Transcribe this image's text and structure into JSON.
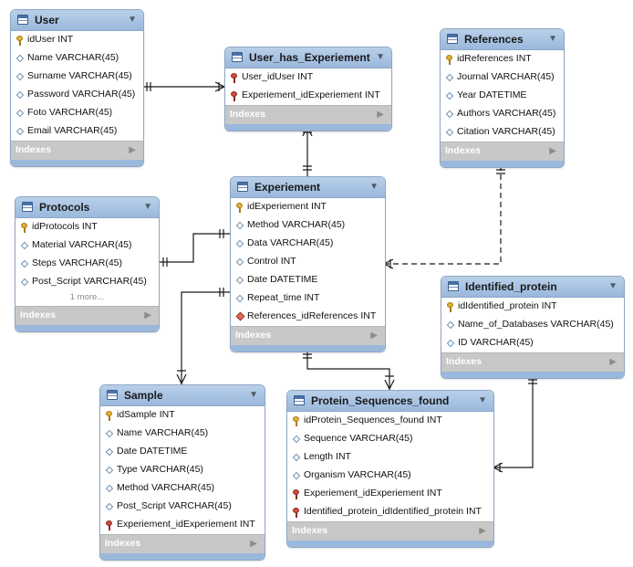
{
  "tables": {
    "user": {
      "name": "User",
      "rows": [
        {
          "text": "idUser INT",
          "icon": "primary-key-icon"
        },
        {
          "text": "Name VARCHAR(45)",
          "icon": "column-icon"
        },
        {
          "text": "Surname VARCHAR(45)",
          "icon": "column-icon"
        },
        {
          "text": "Password VARCHAR(45)",
          "icon": "column-icon"
        },
        {
          "text": "Foto VARCHAR(45)",
          "icon": "column-icon"
        },
        {
          "text": "Email VARCHAR(45)",
          "icon": "column-icon"
        }
      ],
      "indexes": "Indexes"
    },
    "user_has_experiement": {
      "name": "User_has_Experiement",
      "rows": [
        {
          "text": "User_idUser INT",
          "icon": "foreign-key-icon"
        },
        {
          "text": "Experiement_idExperiement INT",
          "icon": "foreign-key-icon"
        }
      ],
      "indexes": "Indexes"
    },
    "references": {
      "name": "References",
      "rows": [
        {
          "text": "idReferences INT",
          "icon": "primary-key-icon"
        },
        {
          "text": "Journal VARCHAR(45)",
          "icon": "column-icon"
        },
        {
          "text": "Year DATETIME",
          "icon": "column-icon"
        },
        {
          "text": "Authors VARCHAR(45)",
          "icon": "column-icon"
        },
        {
          "text": "Citation VARCHAR(45)",
          "icon": "column-icon"
        }
      ],
      "indexes": "Indexes"
    },
    "protocols": {
      "name": "Protocols",
      "rows": [
        {
          "text": "idProtocols INT",
          "icon": "primary-key-icon"
        },
        {
          "text": "Material VARCHAR(45)",
          "icon": "column-icon"
        },
        {
          "text": "Steps VARCHAR(45)",
          "icon": "column-icon"
        },
        {
          "text": "Post_Script VARCHAR(45)",
          "icon": "column-icon"
        }
      ],
      "more": "1 more...",
      "indexes": "Indexes"
    },
    "experiement": {
      "name": "Experiement",
      "rows": [
        {
          "text": "idExperiement INT",
          "icon": "primary-key-icon"
        },
        {
          "text": "Method VARCHAR(45)",
          "icon": "column-icon"
        },
        {
          "text": "Data VARCHAR(45)",
          "icon": "column-icon"
        },
        {
          "text": "Control INT",
          "icon": "column-icon"
        },
        {
          "text": "Date DATETIME",
          "icon": "column-icon"
        },
        {
          "text": "Repeat_time INT",
          "icon": "column-icon"
        },
        {
          "text": "References_idReferences INT",
          "icon": "foreign-key-column-icon"
        }
      ],
      "indexes": "Indexes"
    },
    "identified_protein": {
      "name": "Identified_protein",
      "rows": [
        {
          "text": "idIdentified_protein INT",
          "icon": "primary-key-icon"
        },
        {
          "text": "Name_of_Databases VARCHAR(45)",
          "icon": "column-icon"
        },
        {
          "text": "ID VARCHAR(45)",
          "icon": "column-icon"
        }
      ],
      "indexes": "Indexes"
    },
    "sample": {
      "name": "Sample",
      "rows": [
        {
          "text": "idSample INT",
          "icon": "primary-key-icon"
        },
        {
          "text": "Name VARCHAR(45)",
          "icon": "column-icon"
        },
        {
          "text": "Date DATETIME",
          "icon": "column-icon"
        },
        {
          "text": "Type VARCHAR(45)",
          "icon": "column-icon"
        },
        {
          "text": "Method VARCHAR(45)",
          "icon": "column-icon"
        },
        {
          "text": "Post_Script VARCHAR(45)",
          "icon": "column-icon"
        },
        {
          "text": "Experiement_idExperiement INT",
          "icon": "foreign-key-icon"
        }
      ],
      "indexes": "Indexes"
    },
    "protein_sequences_found": {
      "name": "Protein_Sequences_found",
      "rows": [
        {
          "text": "idProtein_Sequences_found INT",
          "icon": "primary-key-icon"
        },
        {
          "text": "Sequence VARCHAR(45)",
          "icon": "column-icon"
        },
        {
          "text": "Length INT",
          "icon": "column-icon"
        },
        {
          "text": "Organism VARCHAR(45)",
          "icon": "column-icon"
        },
        {
          "text": "Experiement_idExperiement INT",
          "icon": "foreign-key-icon"
        },
        {
          "text": "Identified_protein_idIdentified_protein INT",
          "icon": "foreign-key-icon"
        }
      ],
      "indexes": "Indexes"
    }
  },
  "relationships": [
    {
      "from": "User",
      "to": "User_has_Experiement",
      "style": "solid"
    },
    {
      "from": "User_has_Experiement",
      "to": "Experiement",
      "style": "solid"
    },
    {
      "from": "References",
      "to": "Experiement",
      "style": "dashed"
    },
    {
      "from": "Protocols",
      "to": "Experiement",
      "style": "solid"
    },
    {
      "from": "Experiement",
      "to": "Sample",
      "style": "solid"
    },
    {
      "from": "Experiement",
      "to": "Protein_Sequences_found",
      "style": "solid"
    },
    {
      "from": "Identified_protein",
      "to": "Protein_Sequences_found",
      "style": "solid"
    }
  ],
  "colors": {
    "header": "#9ab8dc",
    "border": "#8fa7c4",
    "footer": "#c8c8c8",
    "line": "#1a1a1a"
  }
}
